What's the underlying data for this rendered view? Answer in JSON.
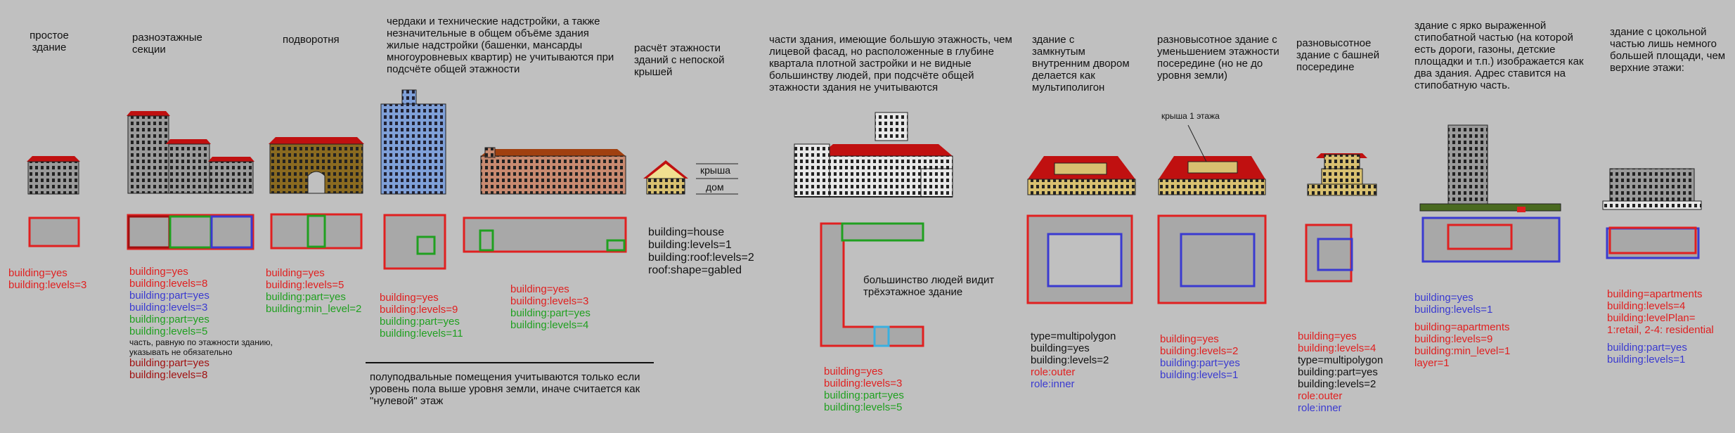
{
  "colors": {
    "background": "#c0c0c0",
    "red": "#e02020",
    "green": "#20a020",
    "blue": "#3a3ad0",
    "darkred": "#a01010"
  },
  "captions": {
    "c1": "простое здание",
    "c2": "разноэтажные секции",
    "c3": "подворотня",
    "c4": "чердаки и технические надстройки, а также незначительные в общем объёме здания жилые надстройки (башенки, мансарды многоуровневых квартир) не учитываются при подсчёте общей этажности",
    "c5": "расчёт этажности зданий с непоской крышей",
    "c6": "части здания, имеющие бoльшую этажность, чем лицевой фасад, но расположенные в глубине квартала плотной застройки и не видные большинству людей, при подсчёте общей этажности здания не учитываются",
    "c7": "здание с замкнутым внутренним двором делается как мультиполигон",
    "c8": "разновысотное здание с уменьшением этажности посередине (но не до уровня земли)",
    "c9": "разновысотное здание с башней посередине",
    "c10": "здание с ярко выраженной стипобатной частью (на которой есть дороги, газоны, детские площадки и т.п.) изображается как два здания. Адрес ставится на стипобатную часть.",
    "c11": "здание с цокольной частью лишь немного большей площади, чем верхние этажи:"
  },
  "labels": {
    "roof": "крыша",
    "house": "дом",
    "roof1": "крыша 1 этажа",
    "most_people": "большинство людей видит трёхэтажное здание",
    "basement_note": "полуподвальные помещения учитываются только если уровень пола выше уровня земли, иначе считается как \"нулевой\" этаж"
  },
  "tags": {
    "t1": [
      "building=yes",
      "building:levels=3"
    ],
    "t2a": [
      "building=yes",
      "building:levels=8"
    ],
    "t2b": [
      "building:part=yes",
      "building:levels=3"
    ],
    "t2c": [
      "building:part=yes",
      "building:levels=5"
    ],
    "t2note": "часть, равную по этажности зданию, указывать не обязательно",
    "t2d": [
      "building:part=yes",
      "building:levels=8"
    ],
    "t3a": [
      "building=yes",
      "building:levels=5"
    ],
    "t3b": [
      "building:part=yes",
      "building:min_level=2"
    ],
    "t4a": [
      "building=yes",
      "building:levels=9"
    ],
    "t4b": [
      "building:part=yes",
      "building:levels=11"
    ],
    "t5a": [
      "building=yes",
      "building:levels=3"
    ],
    "t5b": [
      "building:part=yes",
      "building:levels=4"
    ],
    "t6": [
      "building=house",
      "building:levels=1",
      "building:roof:levels=2",
      "roof:shape=gabled"
    ],
    "t7a": [
      "building=yes",
      "building:levels=3"
    ],
    "t7b": [
      "building:part=yes",
      "building:levels=5"
    ],
    "t8a": [
      "type=multipolygon",
      "building=yes",
      "building:levels=2"
    ],
    "t8b": [
      "role:outer"
    ],
    "t8c": [
      "role:inner"
    ],
    "t9a": [
      "building=yes",
      "building:levels=2"
    ],
    "t9b": [
      "building:part=yes",
      "building:levels=1"
    ],
    "t10a": [
      "building=yes",
      "building:levels=4"
    ],
    "t10b": [
      "type=multipolygon",
      "building:part=yes",
      "building:levels=2"
    ],
    "t10c": [
      "role:outer"
    ],
    "t10d": [
      "role:inner"
    ],
    "t11a": [
      "building=yes",
      "building:levels=1"
    ],
    "t11b": [
      "building=apartments",
      "building:levels=9",
      "building:min_level=1",
      "layer=1"
    ],
    "t12a": [
      "building=apartments",
      "building:levels=4",
      "building:levelPlan=",
      "1:retail, 2-4: residential"
    ],
    "t12b": [
      "building:part=yes",
      "building:levels=1"
    ]
  }
}
